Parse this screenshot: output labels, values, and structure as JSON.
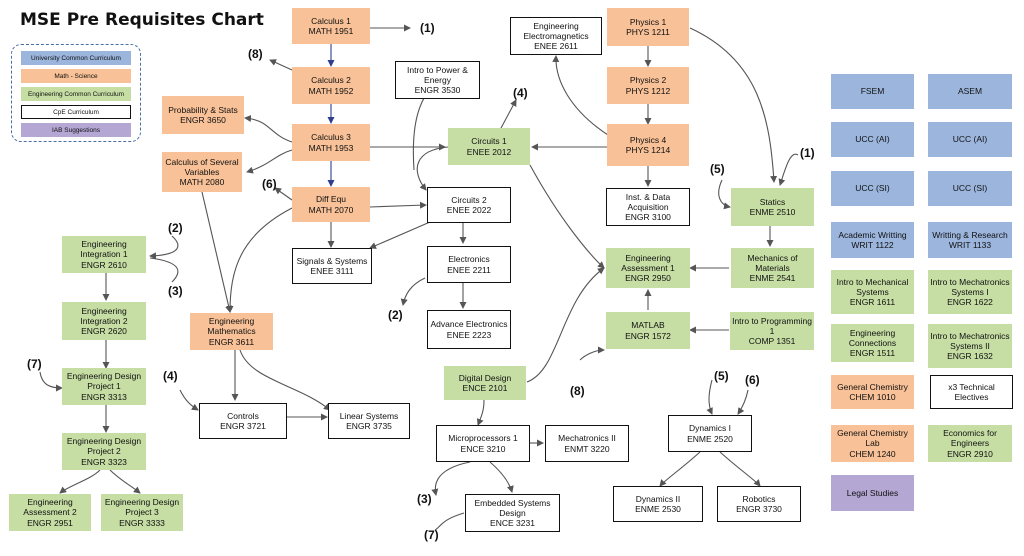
{
  "title": "MSE Pre Requisites Chart",
  "legend": [
    {
      "label": "University Common Curriculum",
      "color": "#9bb5dd"
    },
    {
      "label": "Math - Science",
      "color": "#f8c197"
    },
    {
      "label": "Engineering Common Curriculum",
      "color": "#c6dea4"
    },
    {
      "label": "CpE Curriculum",
      "color": "#ffffff"
    },
    {
      "label": "IAB Suggestions",
      "color": "#b4a7d3"
    }
  ],
  "courses": {
    "calc1": {
      "l1": "Calculus 1",
      "l2": "MATH 1951"
    },
    "calc2": {
      "l1": "Calculus 2",
      "l2": "MATH 1952"
    },
    "calc3": {
      "l1": "Calculus 3",
      "l2": "MATH 1953"
    },
    "diffeq": {
      "l1": "Diff Equ",
      "l2": "MATH 2070"
    },
    "probstat": {
      "l1": "Probability & Stats",
      "l2": "ENGR 3650"
    },
    "calcsev": {
      "l1": "Calculus of Several Variables",
      "l2": "MATH 2080"
    },
    "ei1": {
      "l1": "Engineering Integration 1",
      "l2": "ENGR 2610"
    },
    "ei2": {
      "l1": "Engineering Integration 2",
      "l2": "ENGR 2620"
    },
    "edp1": {
      "l1": "Engineering Design Project 1",
      "l2": "ENGR 3313"
    },
    "edp2": {
      "l1": "Engineering Design Project 2",
      "l2": "ENGR 3323"
    },
    "ea2": {
      "l1": "Engineering Assessment 2",
      "l2": "ENGR 2951"
    },
    "edp3": {
      "l1": "Engineering Design Project 3",
      "l2": "ENGR 3333"
    },
    "engmath": {
      "l1": "Engineering Mathematics",
      "l2": "ENGR 3611"
    },
    "signals": {
      "l1": "Signals & Systems",
      "l2": "ENEE 3111"
    },
    "controls": {
      "l1": "Controls",
      "l2": "ENGR 3721"
    },
    "linsys": {
      "l1": "Linear Systems",
      "l2": "ENGR 3735"
    },
    "powerenergy": {
      "l1": "Intro to Power & Energy",
      "l2": "ENGR 3530"
    },
    "circ1": {
      "l1": "Circuits 1",
      "l2": "ENEE 2012"
    },
    "circ2": {
      "l1": "Circuits 2",
      "l2": "ENEE 2022"
    },
    "electronics": {
      "l1": "Electronics",
      "l2": "ENEE 2211"
    },
    "advelec": {
      "l1": "Advance Electronics",
      "l2": "ENEE 2223"
    },
    "digdes": {
      "l1": "Digital Design",
      "l2": "ENCE 2101"
    },
    "micro": {
      "l1": "Microprocessors 1",
      "l2": "ENCE 3210"
    },
    "mechatron2": {
      "l1": "Mechatronics II",
      "l2": "ENMT 3220"
    },
    "embedded": {
      "l1": "Embedded Systems Design",
      "l2": "ENCE 3231"
    },
    "emag": {
      "l1": "Engineering Electromagnetics",
      "l2": "ENEE 2611"
    },
    "phys1": {
      "l1": "Physics 1",
      "l2": "PHYS 1211"
    },
    "phys2": {
      "l1": "Physics 2",
      "l2": "PHYS 1212"
    },
    "phys4": {
      "l1": "Physics 4",
      "l2": "PHYS 1214"
    },
    "instdata": {
      "l1": "Inst. & Data Acquisition",
      "l2": "ENGR 3100"
    },
    "ea1": {
      "l1": "Engineering Assessment 1",
      "l2": "ENGR 2950"
    },
    "matlab": {
      "l1": "MATLAB",
      "l2": "ENGR 1572"
    },
    "introprog": {
      "l1": "Intro to Programming 1",
      "l2": "COMP 1351"
    },
    "statics": {
      "l1": "Statics",
      "l2": "ENME 2510"
    },
    "mechmat": {
      "l1": "Mechanics of Materials",
      "l2": "ENME 2541"
    },
    "dyn1": {
      "l1": "Dynamics I",
      "l2": "ENME 2520"
    },
    "dyn2": {
      "l1": "Dynamics II",
      "l2": "ENME 2530"
    },
    "robotics": {
      "l1": "Robotics",
      "l2": "ENGR 3730"
    },
    "fsem": {
      "l1": "FSEM",
      "l2": ""
    },
    "asem": {
      "l1": "ASEM",
      "l2": ""
    },
    "uccai1": {
      "l1": "UCC (AI)",
      "l2": ""
    },
    "uccai2": {
      "l1": "UCC (AI)",
      "l2": ""
    },
    "uccsi1": {
      "l1": "UCC (SI)",
      "l2": ""
    },
    "uccsi2": {
      "l1": "UCC (SI)",
      "l2": ""
    },
    "acadwrit": {
      "l1": "Academic Writting",
      "l2": "WRIT 1122"
    },
    "writres": {
      "l1": "Writting & Research",
      "l2": "WRIT 1133"
    },
    "intromechsys": {
      "l1": "Intro to Mechanical Systems",
      "l2": "ENGR 1611"
    },
    "intromech1": {
      "l1": "Intro to Mechatronics Systems I",
      "l2": "ENGR 1622"
    },
    "engconn": {
      "l1": "Engineering Connections",
      "l2": "ENGR 1511"
    },
    "intromech2": {
      "l1": "Intro to Mechatronics Systems II",
      "l2": "ENGR 1632"
    },
    "genchem": {
      "l1": "General Chemistry",
      "l2": "CHEM 1010"
    },
    "techelec": {
      "l1": "x3 Technical Electives",
      "l2": ""
    },
    "genchemlab": {
      "l1": "General Chemistry Lab",
      "l2": "CHEM 1240"
    },
    "econ": {
      "l1": "Economics for Engineers",
      "l2": "ENGR 2910"
    },
    "legal": {
      "l1": "Legal Studies",
      "l2": ""
    }
  },
  "refs": {
    "r_calc1": "(1)",
    "r_calc2": "(8)",
    "r_diffeq": "(6)",
    "r_circ1": "(4)",
    "r_ei_a": "(2)",
    "r_ei_b": "(3)",
    "r_edp1": "(7)",
    "r_controls": "(4)",
    "r_elec": "(2)",
    "r_emb_a": "(3)",
    "r_emb_b": "(7)",
    "r_matlab": "(8)",
    "r_statics_a": "(5)",
    "r_statics_b": "(1)",
    "r_dyn_a": "(5)",
    "r_dyn_b": "(6)"
  }
}
